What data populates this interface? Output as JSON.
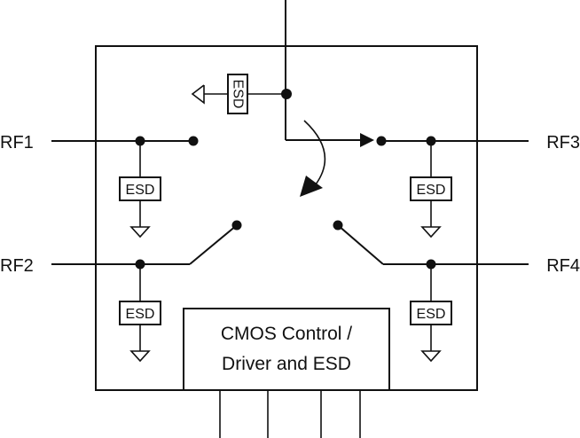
{
  "ports": {
    "rf1": "RF1",
    "rf2": "RF2",
    "rf3": "RF3",
    "rf4": "RF4"
  },
  "esd": {
    "top": "ESD",
    "rf1": "ESD",
    "rf2": "ESD",
    "rf3": "ESD",
    "rf4": "ESD"
  },
  "control": {
    "line1": "CMOS Control /",
    "line2": "Driver and ESD"
  },
  "colors": {
    "line": "#111111",
    "background": "#ffffff"
  }
}
